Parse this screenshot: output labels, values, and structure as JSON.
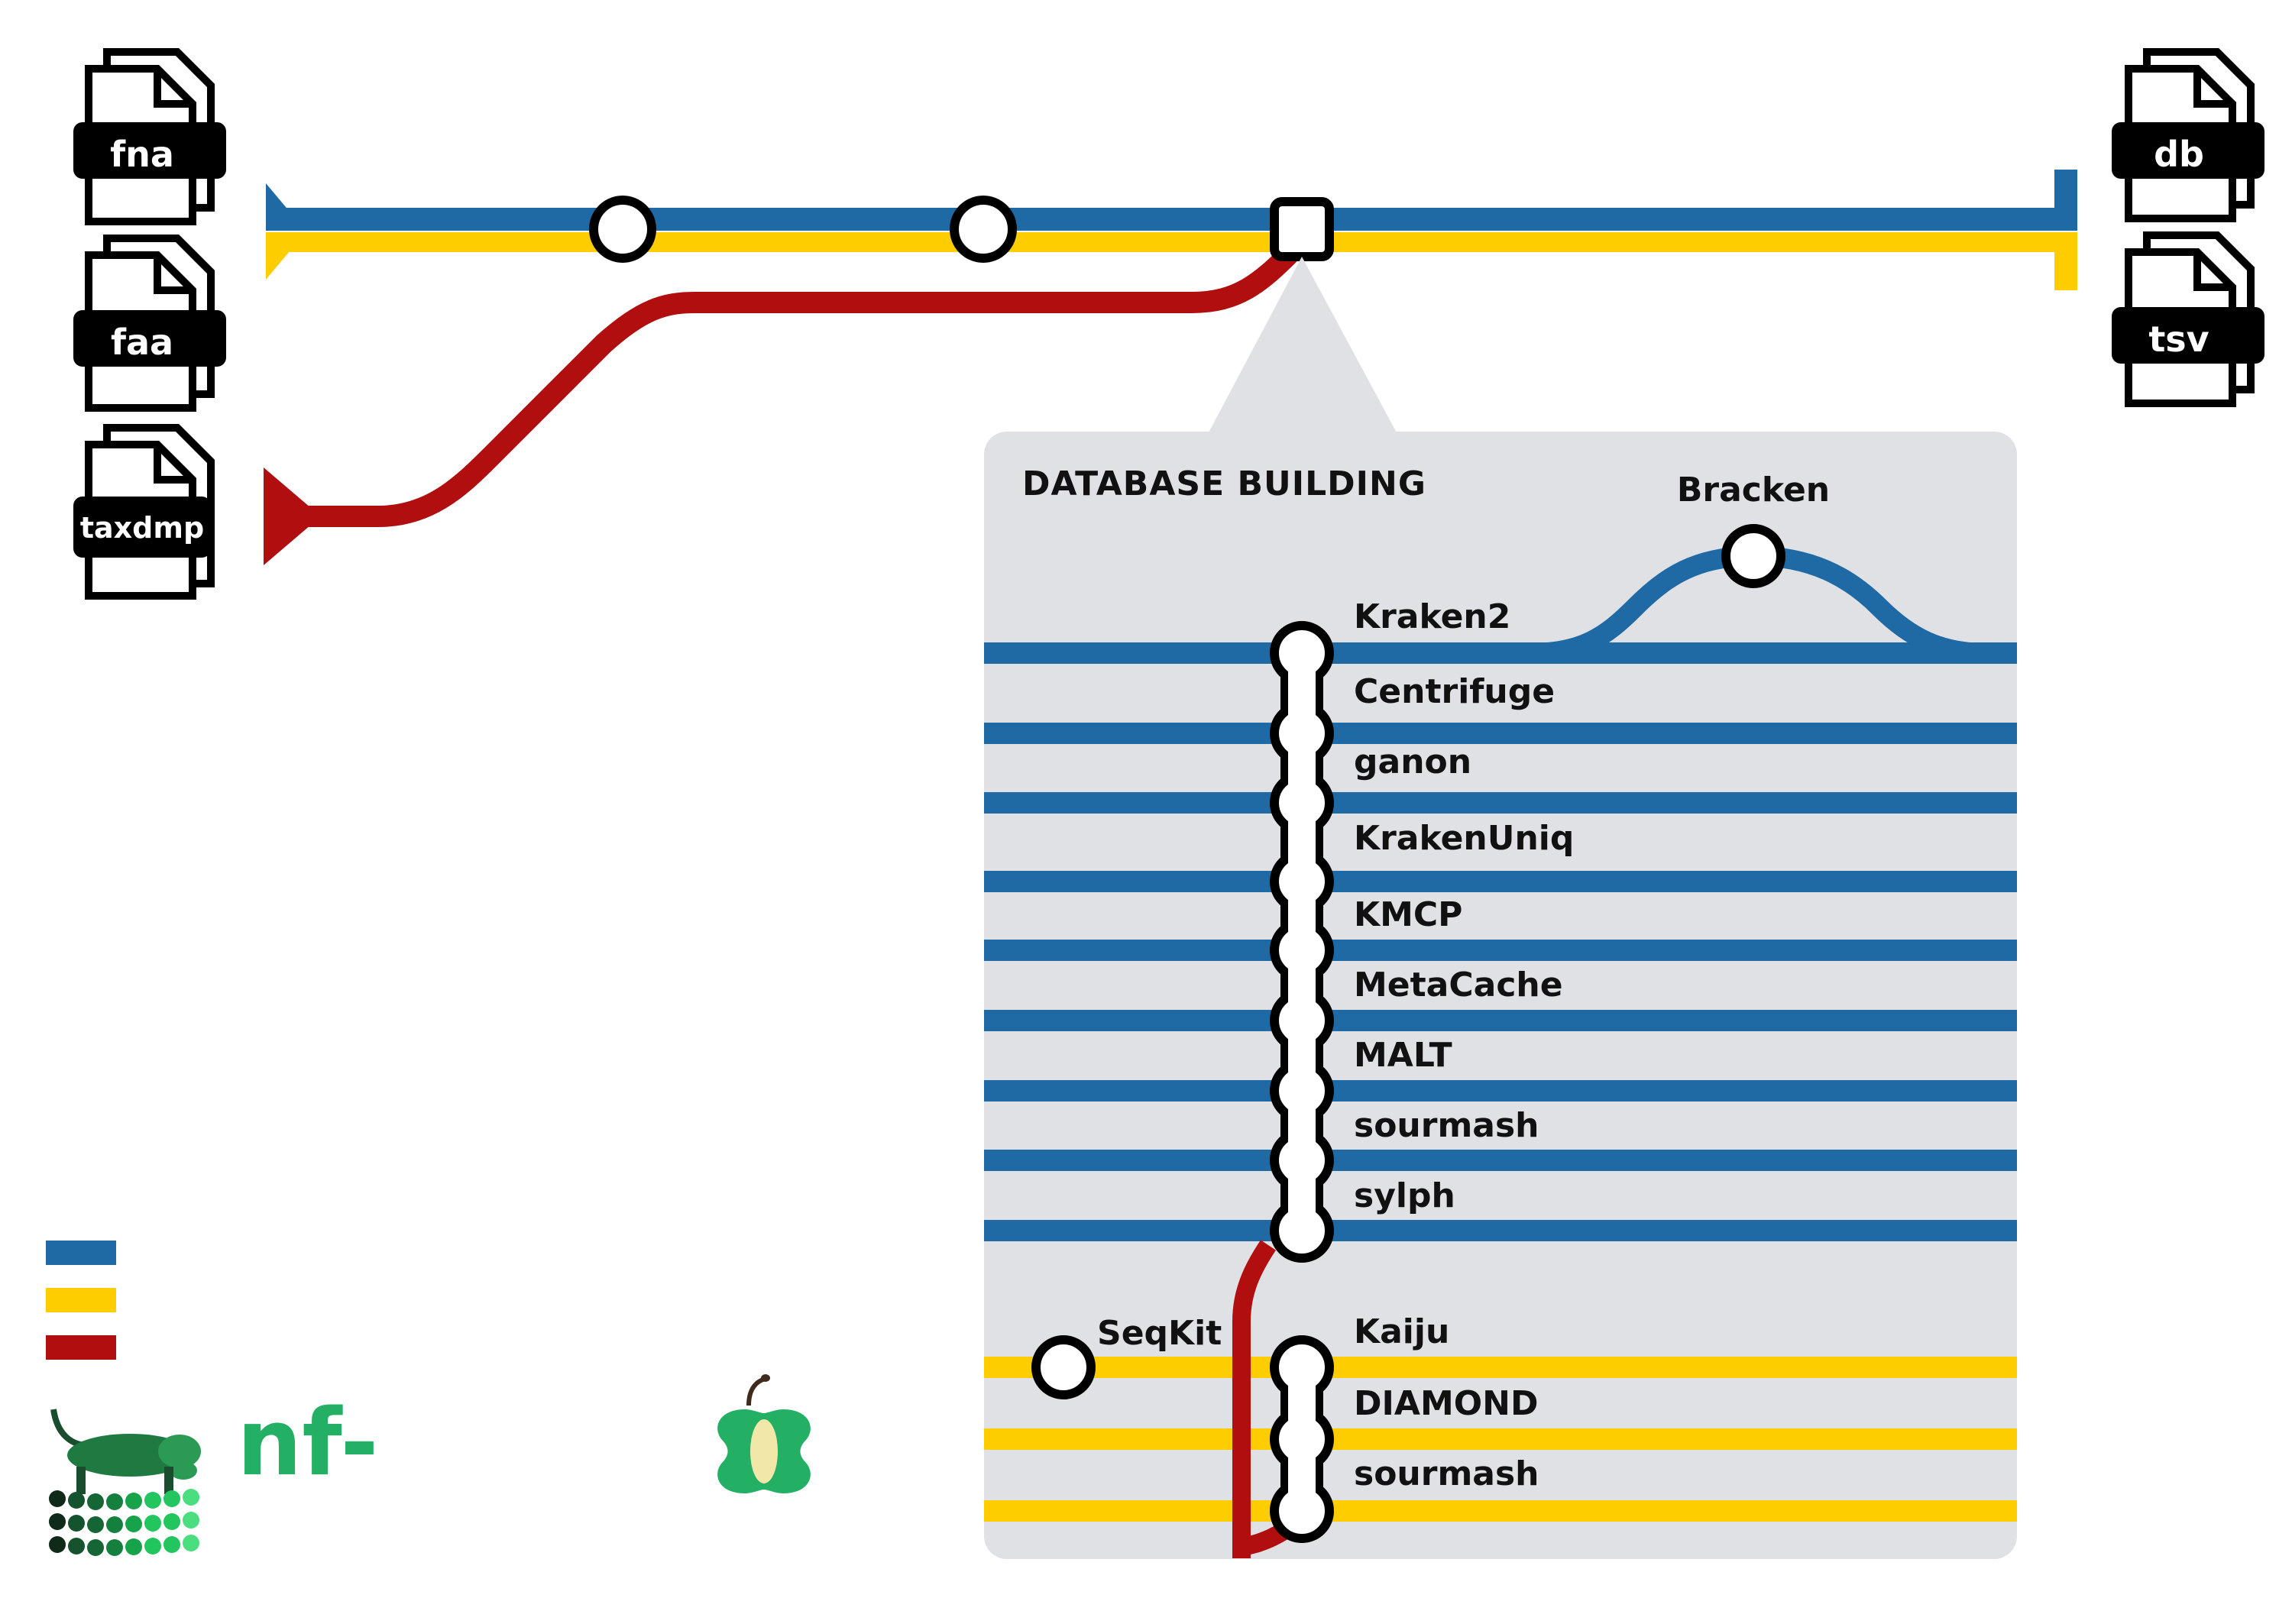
{
  "colors": {
    "blue": "#1f6aa5",
    "yellow": "#fdcd00",
    "red": "#b10f0f",
    "panel": "#dfe1e5",
    "station_fill": "#ffffff",
    "station_stroke": "#000000",
    "nf_green": "#24b064"
  },
  "inputs": [
    {
      "label": "fna",
      "icon": "file-stack-icon"
    },
    {
      "label": "faa",
      "icon": "file-stack-icon"
    },
    {
      "label": "taxdmp",
      "icon": "file-stack-icon"
    }
  ],
  "outputs": [
    {
      "label": "db",
      "icon": "file-stack-icon"
    },
    {
      "label": "tsv",
      "icon": "file-stack-icon"
    }
  ],
  "section": {
    "title": "DATABASE BUILDING"
  },
  "tools": {
    "bracken": "Bracken",
    "nucleotide": [
      "Kraken2",
      "Centrifuge",
      "ganon",
      "KrakenUniq",
      "KMCP",
      "MetaCache",
      "MALT",
      "sourmash",
      "sylph"
    ],
    "protein": [
      "Kaiju",
      "DIAMOND",
      "sourmash"
    ],
    "seqkit": "SeqKit"
  },
  "logo": {
    "text": "nf-",
    "mascot_icon": "dachshund-icon",
    "apple_icon": "apple-core-icon"
  }
}
